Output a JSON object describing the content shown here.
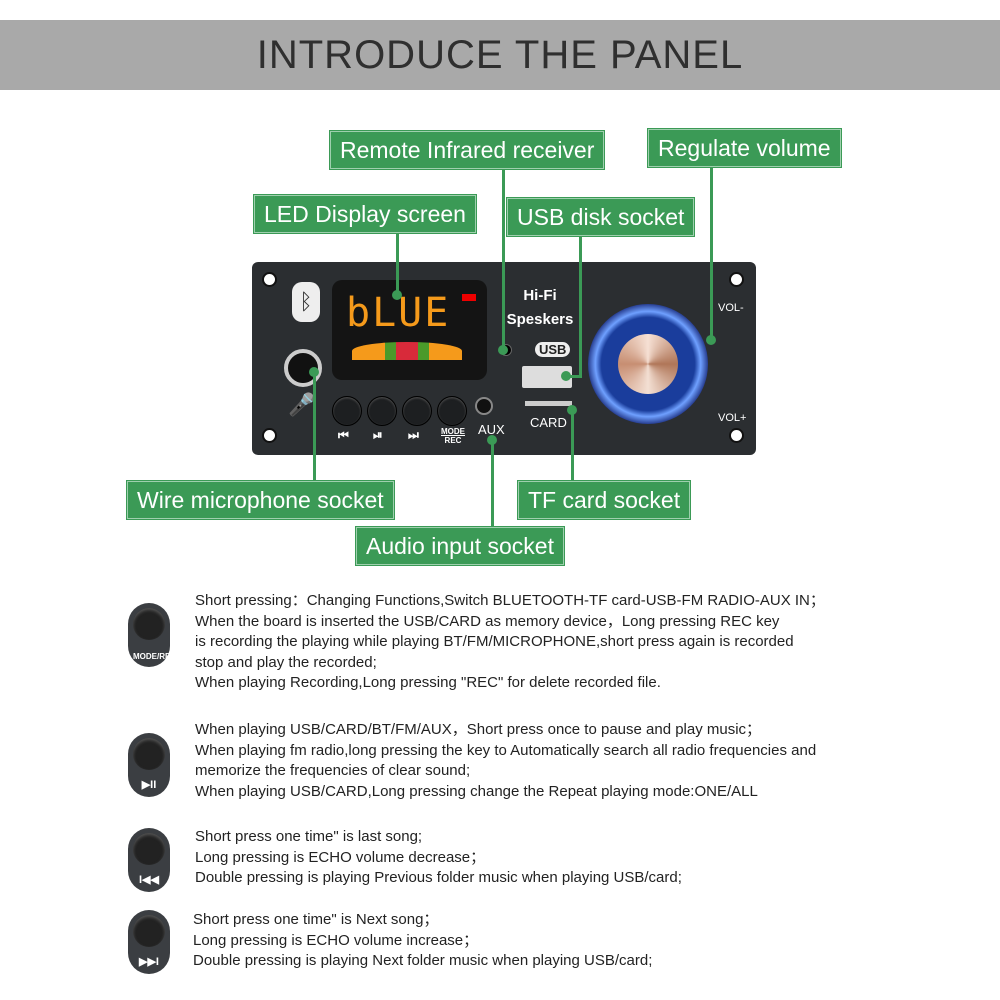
{
  "header": {
    "title": "INTRODUCE THE PANEL"
  },
  "labels": {
    "ir": "Remote Infrared receiver",
    "volume": "Regulate volume",
    "led": "LED Display screen",
    "usb": "USB disk socket",
    "mic": "Wire microphone socket",
    "tf": "TF card socket",
    "aux": "Audio input socket"
  },
  "panel": {
    "display": "bLUE",
    "hifi": "Hi-Fi",
    "speakers": "Speskers",
    "usb": "USB",
    "card": "CARD",
    "aux": "AUX",
    "vol_minus": "VOL-",
    "vol_plus": "VOL+",
    "mode": "MODE",
    "rec": "REC",
    "prev": "⏮",
    "play": "⏯",
    "next": "⏭",
    "bluetooth": "ᛒ"
  },
  "descriptions": [
    {
      "key": "MODE/REC",
      "lines": [
        "Short pressing：Changing Functions,Switch BLUETOOTH-TF card-USB-FM RADIO-AUX IN；",
        "When the board is inserted the USB/CARD as memory device，Long pressing REC key",
        "is recording the playing while playing BT/FM/MICROPHONE,short press again is recorded",
        "stop and play the recorded;",
        "When playing Recording,Long pressing \"REC\" for delete recorded file."
      ]
    },
    {
      "key": "▶II",
      "lines": [
        "When playing USB/CARD/BT/FM/AUX，Short press once to pause and play music；",
        "When playing fm radio,long pressing the key to Automatically search all radio frequencies and",
        "memorize the frequencies of clear sound;",
        "When playing USB/CARD,Long pressing change the Repeat playing mode:ONE/ALL"
      ]
    },
    {
      "key": "I◀◀",
      "lines": [
        "Short press one time\" is last song;",
        "Long pressing is ECHO volume decrease；",
        "Double pressing is playing Previous folder music when playing USB/card;"
      ]
    },
    {
      "key": "▶▶I",
      "lines": [
        "Short press one time\" is Next song；",
        "Long pressing is ECHO volume increase；",
        "Double pressing is playing Next folder music when playing USB/card;"
      ]
    }
  ]
}
